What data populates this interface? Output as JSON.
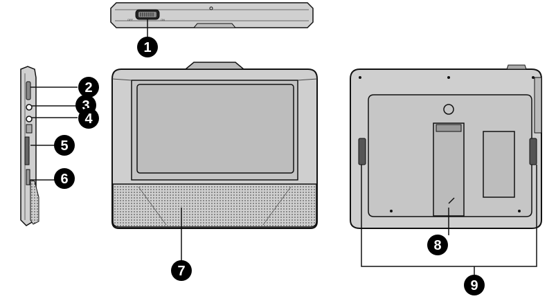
{
  "diagram": {
    "callouts": [
      {
        "id": "1",
        "label": "1"
      },
      {
        "id": "2",
        "label": "2"
      },
      {
        "id": "3",
        "label": "3"
      },
      {
        "id": "4",
        "label": "4"
      },
      {
        "id": "5",
        "label": "5"
      },
      {
        "id": "6",
        "label": "6"
      },
      {
        "id": "7",
        "label": "7"
      },
      {
        "id": "8",
        "label": "8"
      },
      {
        "id": "9",
        "label": "9"
      }
    ],
    "switch_labels": {
      "off": "OFF",
      "on": "ON"
    },
    "colors": {
      "body_fill": "#d0d0d0",
      "screen_fill": "#bdbdbd",
      "outline": "#111111",
      "callout_fill": "#000000"
    }
  }
}
